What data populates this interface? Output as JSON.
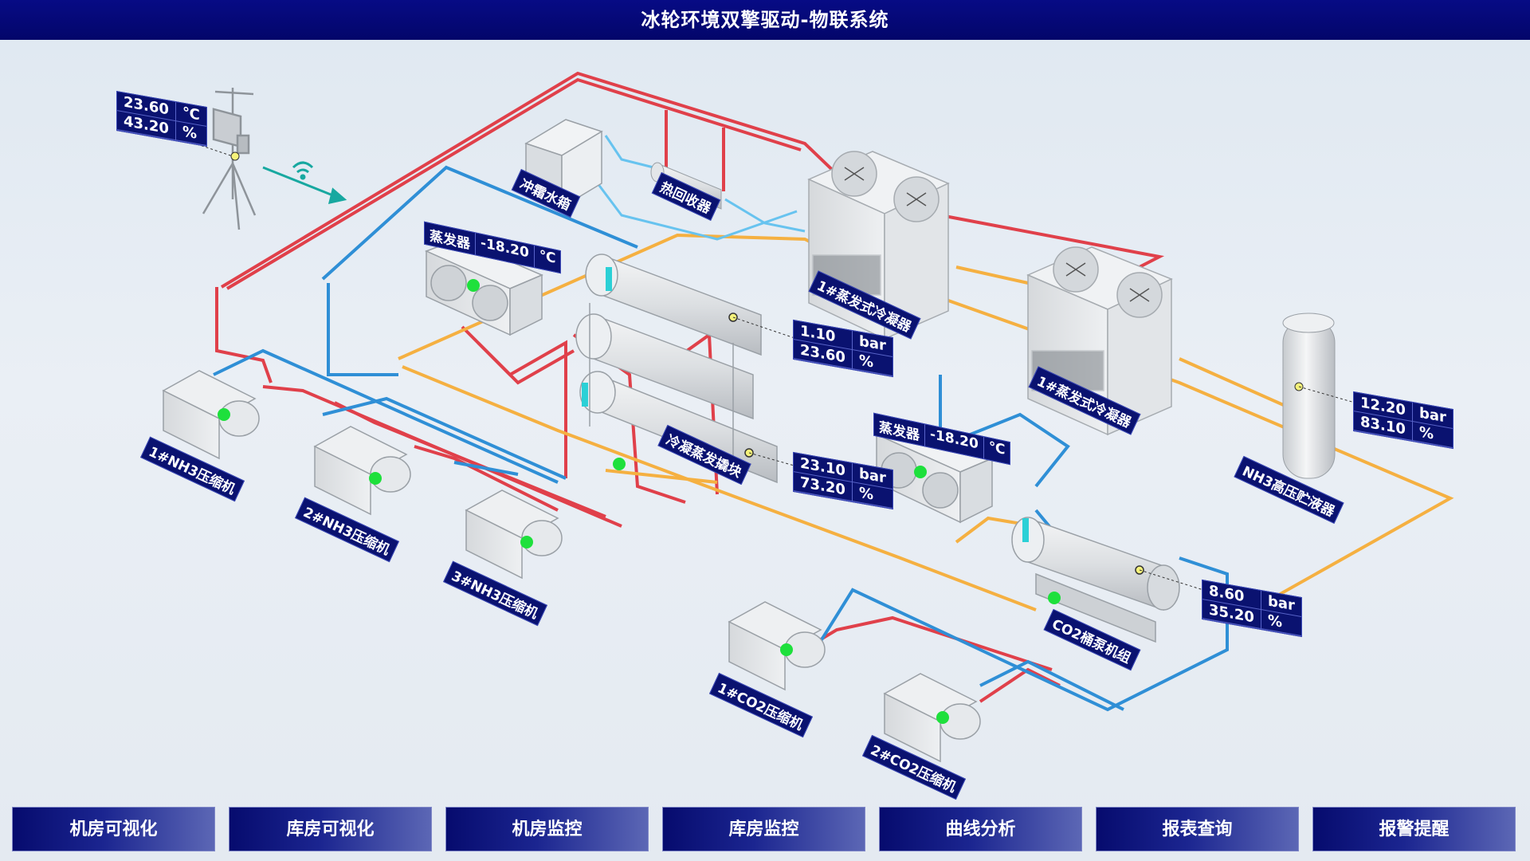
{
  "title": "冰轮环境双擎驱动-物联系统",
  "weather": {
    "temp": "23.60",
    "temp_unit": "℃",
    "humidity": "43.20",
    "humidity_unit": "%"
  },
  "equipment": {
    "defrost_tank": "冲霜水箱",
    "heat_recovery": "热回收器",
    "evap_condenser_1": "1#蒸发式冷凝器",
    "evap_condenser_2": "1#蒸发式冷凝器",
    "cond_evap_block": "冷凝蒸发撬块",
    "nh3_receiver": "NH3高压贮液器",
    "co2_pump_unit": "CO2桶泵机组",
    "nh3_comp_1": "1#NH3压缩机",
    "nh3_comp_2": "2#NH3压缩机",
    "nh3_comp_3": "3#NH3压缩机",
    "co2_comp_1": "1#CO2压缩机",
    "co2_comp_2": "2#CO2压缩机"
  },
  "evaporator_1": {
    "label": "蒸发器",
    "value": "-18.20",
    "unit": "℃"
  },
  "evaporator_2": {
    "label": "蒸发器",
    "value": "-18.20",
    "unit": "℃"
  },
  "readouts": {
    "block_top": {
      "pressure": "1.10",
      "p_unit": "bar",
      "level": "23.60",
      "l_unit": "%"
    },
    "block_bottom": {
      "pressure": "23.10",
      "p_unit": "bar",
      "level": "73.20",
      "l_unit": "%"
    },
    "nh3_receiver": {
      "pressure": "12.20",
      "p_unit": "bar",
      "level": "83.10",
      "l_unit": "%"
    },
    "co2_pump": {
      "pressure": "8.60",
      "p_unit": "bar",
      "level": "35.20",
      "l_unit": "%"
    }
  },
  "colors": {
    "hot_pipe": "#e0404a",
    "cold_pipe": "#2f8fd6",
    "liquid_pipe": "#f5b041",
    "water_pipe": "#67c3ef",
    "status_ok": "#1ee03c",
    "header": "#05087a"
  },
  "nav": [
    "机房可视化",
    "库房可视化",
    "机房监控",
    "库房监控",
    "曲线分析",
    "报表查询",
    "报警提醒"
  ]
}
